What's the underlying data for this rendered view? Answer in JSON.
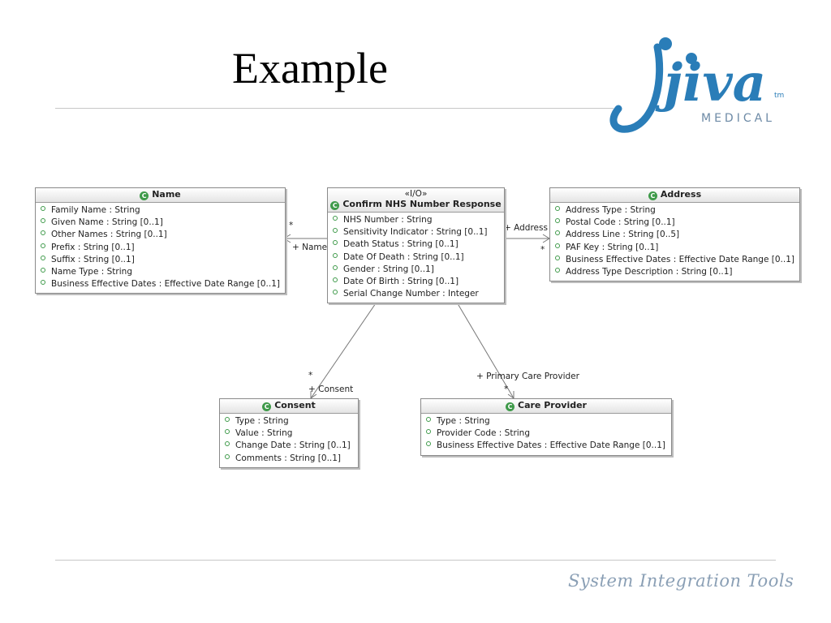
{
  "slide": {
    "title": "Example",
    "footer": "System Integration Tools"
  },
  "logo": {
    "brand": "jiva",
    "sub": "MEDICAL",
    "mark": "tm",
    "color": "#2a7db8"
  },
  "classes": {
    "name": {
      "title": "Name",
      "attributes": [
        "Family Name : String",
        "Given Name : String [0..1]",
        "Other Names : String [0..1]",
        "Prefix : String [0..1]",
        "Suffix : String [0..1]",
        "Name Type : String",
        "Business Effective Dates : Effective Date Range [0..1]"
      ]
    },
    "response": {
      "stereotype": "«I/O»",
      "title": "Confirm NHS Number Response",
      "attributes": [
        "NHS Number : String",
        "Sensitivity Indicator : String [0..1]",
        "Death Status : String [0..1]",
        "Date Of Death : String [0..1]",
        "Gender : String [0..1]",
        "Date Of Birth : String [0..1]",
        "Serial Change Number : Integer"
      ]
    },
    "address": {
      "title": "Address",
      "attributes": [
        "Address Type : String",
        "Postal Code : String [0..1]",
        "Address Line : String [0..5]",
        "PAF Key : String [0..1]",
        "Business Effective Dates : Effective Date Range [0..1]",
        "Address Type Description : String [0..1]"
      ]
    },
    "consent": {
      "title": "Consent",
      "attributes": [
        "Type : String",
        "Value : String",
        "Change Date : String [0..1]",
        "Comments : String [0..1]"
      ]
    },
    "care_provider": {
      "title": "Care Provider",
      "attributes": [
        "Type : String",
        "Provider Code : String",
        "Business Effective Dates : Effective Date Range [0..1]"
      ]
    }
  },
  "associations": {
    "name_role": "+ Name",
    "name_mult": "*",
    "address_role": "+ Address",
    "address_mult": "*",
    "consent_role": "+ Consent",
    "consent_mult": "*",
    "care_role": "+ Primary Care Provider",
    "care_mult": "*"
  },
  "icons": {
    "class_icon": "class-c-icon",
    "attribute_icon": "attribute-bullet-icon"
  },
  "colors": {
    "icon_green": "#3f9a4a",
    "footer_text": "#8a9fb5"
  }
}
